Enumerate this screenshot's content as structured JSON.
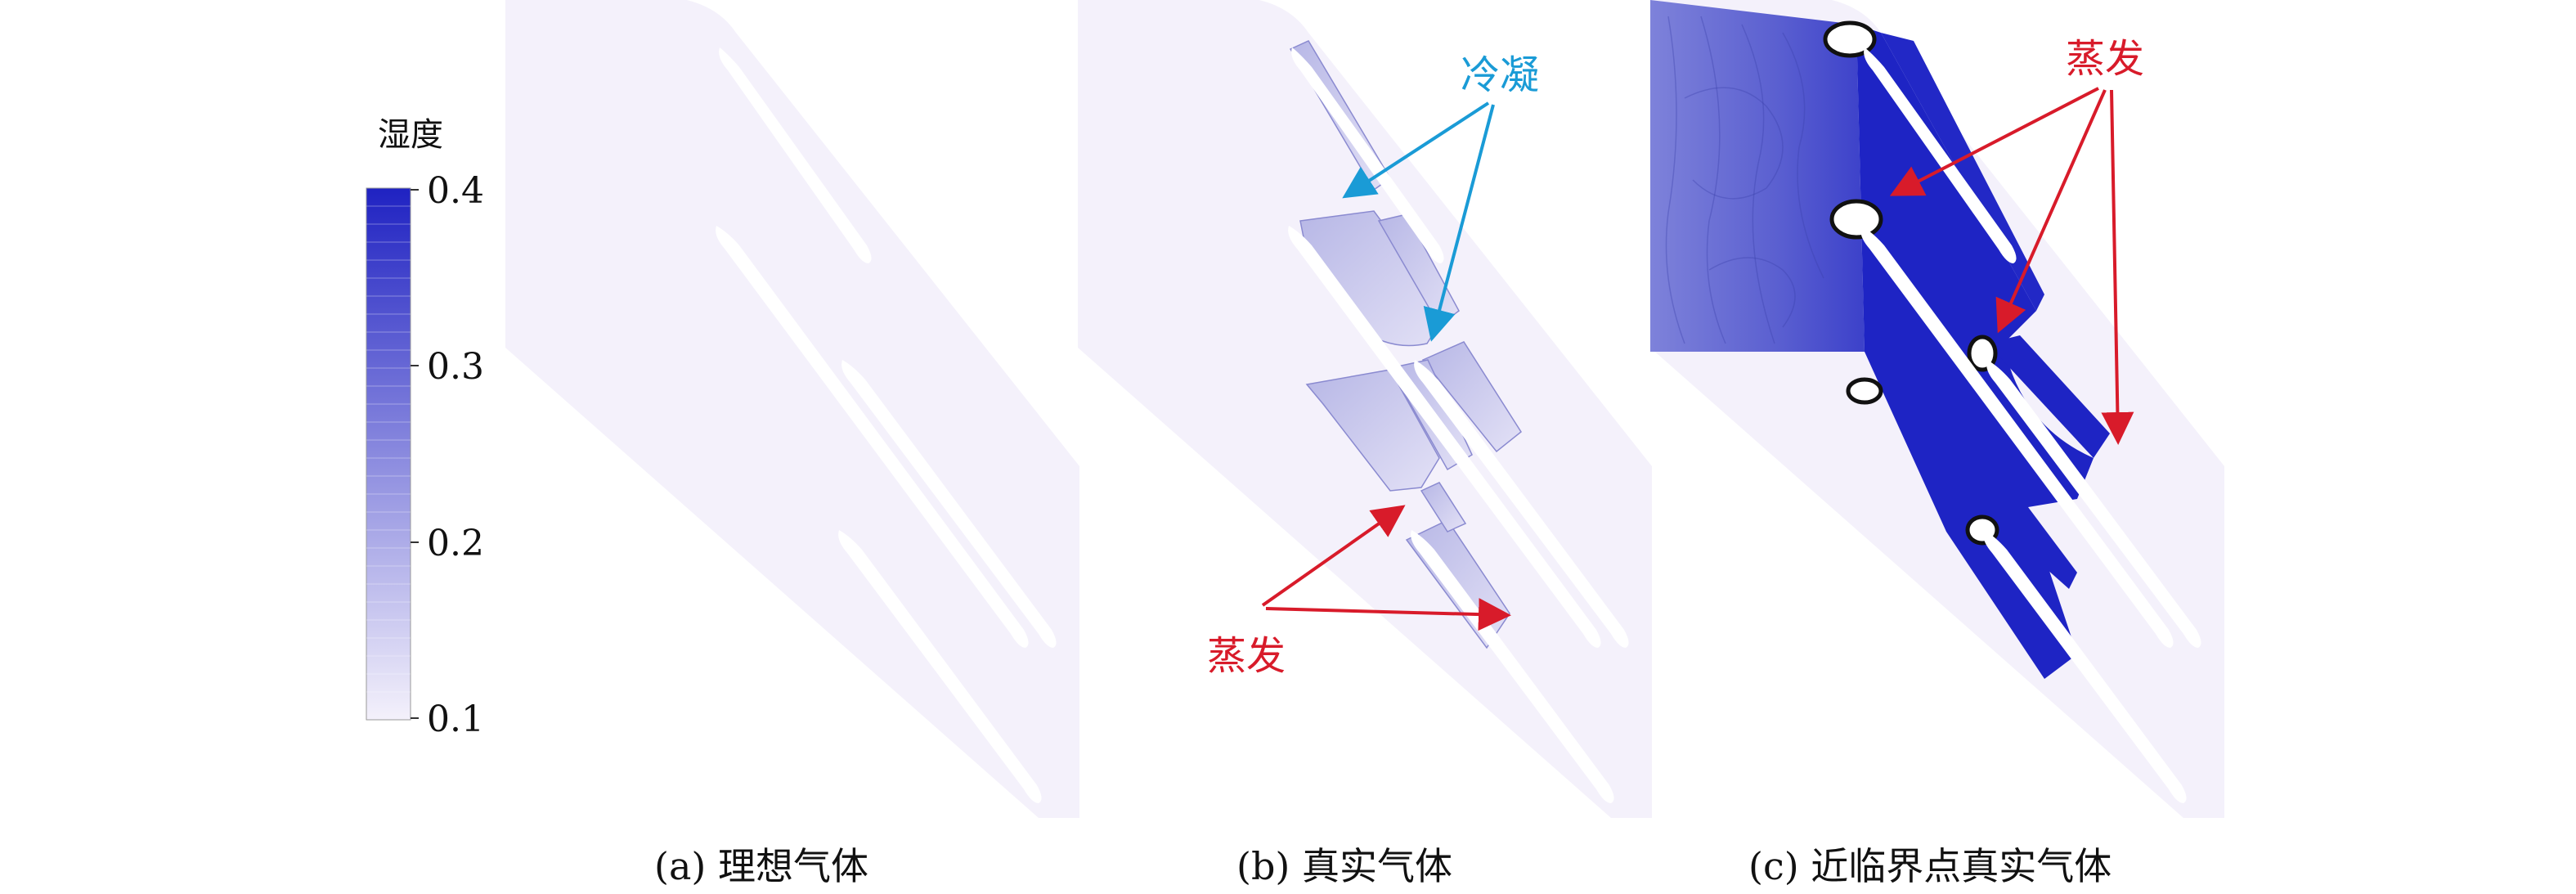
{
  "colorbar": {
    "title": "湿度",
    "ticks": [
      "0.4",
      "0.3",
      "0.2",
      "0.1"
    ],
    "range": [
      0.1,
      0.4
    ],
    "color_low": "#f4f1fb",
    "color_high": "#1f22c2"
  },
  "panels": [
    {
      "caption": "(a) 理想气体"
    },
    {
      "caption": "(b) 真实气体"
    },
    {
      "caption": "(c) 近临界点真实气体"
    }
  ],
  "annotations": {
    "condensation": {
      "label": "冷凝",
      "color": "#1a9bd6"
    },
    "evaporation": {
      "label": "蒸发",
      "color": "#d81b2a"
    }
  },
  "colors": {
    "background_field": "#f4f1fb",
    "ideal_field": "#f4f1fb",
    "real_gas_shade": "#c8c8ec",
    "near_critical_shade": "#1e24c4",
    "near_critical_inlet": "#6a6ed4",
    "blade": "#ffffff"
  }
}
